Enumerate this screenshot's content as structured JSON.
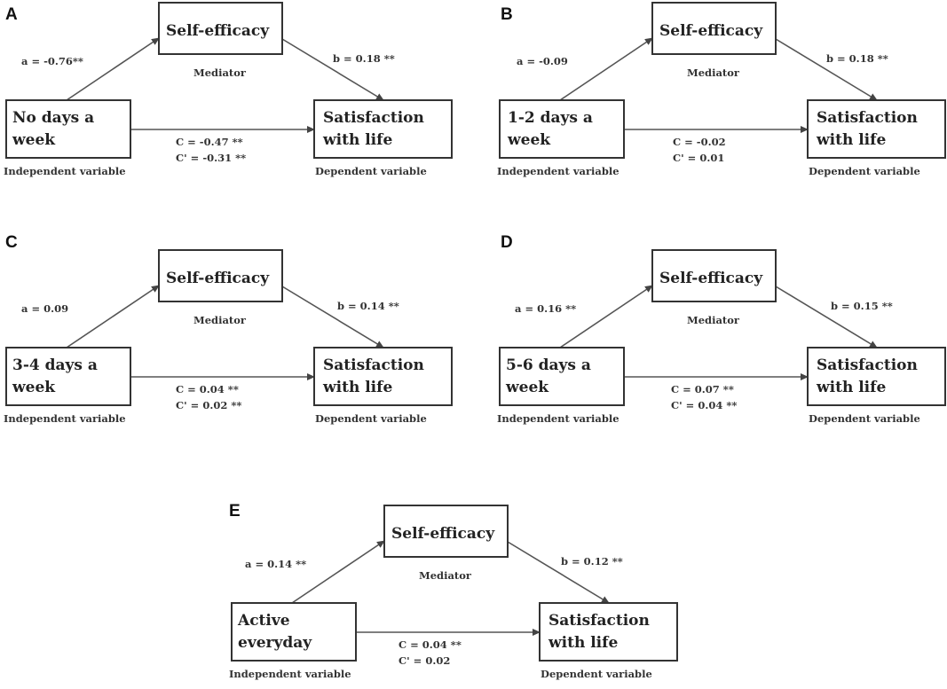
{
  "panels": [
    {
      "letter": "A",
      "mediator": "Self-efficacy",
      "mediator_caption": "Mediator",
      "independent": [
        "No days a",
        "week"
      ],
      "independent_caption": "Independent variable",
      "dependent": [
        "Satisfaction",
        "with life"
      ],
      "dependent_caption": "Dependent variable",
      "path_a": "a = -0.76**",
      "path_b": "b = 0.18 **",
      "path_c": "C = -0.47 **",
      "path_c_prime": "C' = -0.31 **"
    },
    {
      "letter": "B",
      "mediator": "Self-efficacy",
      "mediator_caption": "Mediator",
      "independent": [
        "1-2 days a",
        "week"
      ],
      "independent_caption": "Independent variable",
      "dependent": [
        "Satisfaction",
        "with life"
      ],
      "dependent_caption": "Dependent variable",
      "path_a": "a = -0.09",
      "path_b": "b = 0.18 **",
      "path_c": "C = -0.02",
      "path_c_prime": "C' = 0.01"
    },
    {
      "letter": "C",
      "mediator": "Self-efficacy",
      "mediator_caption": "Mediator",
      "independent": [
        "3-4 days a",
        "week"
      ],
      "independent_caption": "Independent variable",
      "dependent": [
        "Satisfaction",
        "with life"
      ],
      "dependent_caption": "Dependent variable",
      "path_a": "a = 0.09",
      "path_b": "b = 0.14 **",
      "path_c": "C = 0.04 **",
      "path_c_prime": "C' = 0.02 **"
    },
    {
      "letter": "D",
      "mediator": "Self-efficacy",
      "mediator_caption": "Mediator",
      "independent": [
        "5-6 days a",
        "week"
      ],
      "independent_caption": "Independent variable",
      "dependent": [
        "Satisfaction",
        "with life"
      ],
      "dependent_caption": "Dependent variable",
      "path_a": "a = 0.16 **",
      "path_b": "b = 0.15 **",
      "path_c": "C = 0.07 **",
      "path_c_prime": "C' = 0.04 **"
    },
    {
      "letter": "E",
      "mediator": "Self-efficacy",
      "mediator_caption": "Mediator",
      "independent": [
        "Active",
        "everyday"
      ],
      "independent_caption": "Independent variable",
      "dependent": [
        "Satisfaction",
        "with life"
      ],
      "dependent_caption": "Dependent variable",
      "path_a": "a = 0.14 **",
      "path_b": "b = 0.12 **",
      "path_c": "C = 0.04 **",
      "path_c_prime": "C' = 0.02"
    }
  ]
}
